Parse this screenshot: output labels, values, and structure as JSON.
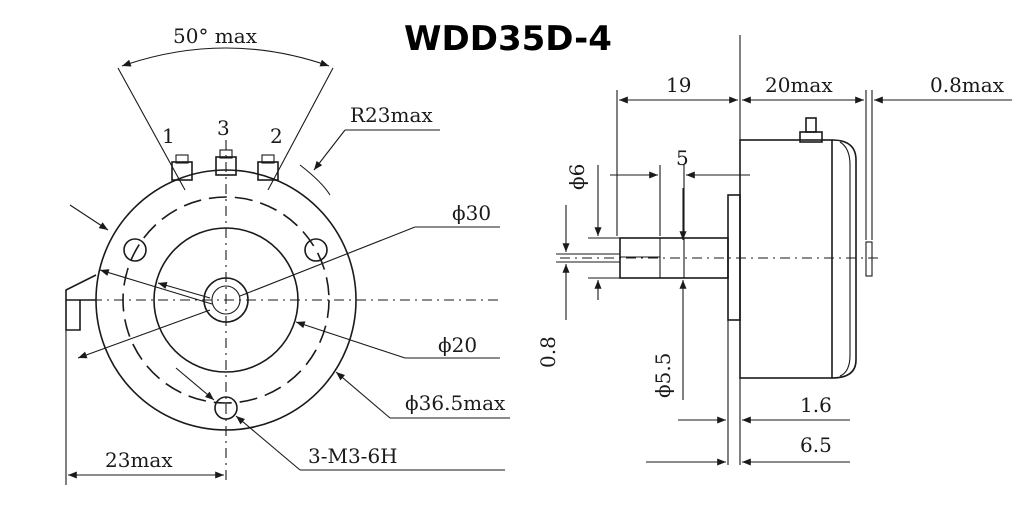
{
  "title": "WDD35D-4",
  "front_view": {
    "angle_label": "50° max",
    "pin_1": "1",
    "pin_3": "3",
    "pin_2": "2",
    "radius_label": "R23max",
    "dia_30": "ϕ30",
    "dia_20": "ϕ20",
    "dia_36_5": "ϕ36.5max",
    "width_label": "23max",
    "thread_label": "3-M3-6H"
  },
  "side_view": {
    "dim_19": "19",
    "dim_20max": "20max",
    "dim_0_8max": "0.8max",
    "dim_5": "5",
    "dia_6": "ϕ6",
    "dim_0_8": "0.8",
    "dia_5_5": "ϕ5.5",
    "dim_1_6": "1.6",
    "dim_6_5": "6.5"
  }
}
